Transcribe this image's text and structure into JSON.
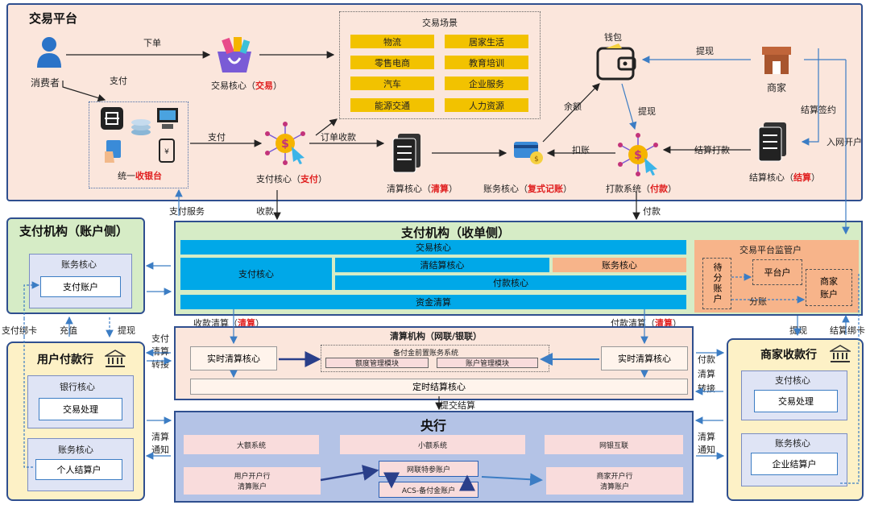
{
  "trade_platform": {
    "title": "交易平台",
    "consumer": "消费者",
    "order": "下单",
    "pay": "支付",
    "trade_core": "交易核心（",
    "trade_core_red": "交易",
    "close": "）",
    "scene_title": "交易场景",
    "scenes": [
      "物流",
      "居家生活",
      "零售电商",
      "教育培训",
      "汽车",
      "企业服务",
      "能源交通",
      "人力资源"
    ],
    "cashier": "统一",
    "cashier_red": "收银台",
    "pay2": "支付",
    "order_collect": "订单收款",
    "pay_core": "支付核心（",
    "pay_core_red": "支付",
    "clear_core": "清算核心（",
    "clear_core_red": "清算",
    "account_core": "账务核心（",
    "account_core_red": "复式记账",
    "wallet": "钱包",
    "balance": "余额",
    "withdraw": "提现",
    "withdraw2": "提现",
    "deduct": "扣账",
    "settle_pay": "结算打款",
    "payout_sys": "打款系统（",
    "payout_red": "付款",
    "merchant": "商家",
    "settle_sign": "结算签约",
    "settle_core": "结算核心（",
    "settle_red": "结算",
    "net_open": "入网开户"
  },
  "flows": {
    "pay_service": "支付服务",
    "collect": "收款",
    "payout": "付款",
    "bind_card": "支付绑卡",
    "recharge": "充值",
    "withdraw": "提现",
    "pay_clear_transfer": [
      "支付",
      "清算",
      "转接"
    ],
    "payout_clear_transfer": [
      "付款",
      "清算",
      "转接"
    ],
    "clear_notify_left": [
      "清算",
      "通知"
    ],
    "clear_notify_right": [
      "清算",
      "通知"
    ],
    "merchant_withdraw": "提现",
    "settle_bind_card": "结算绑卡",
    "submit_settle": "提交结算"
  },
  "pay_account_side": {
    "title": "支付机构（账户侧）",
    "account_core": "账务核心",
    "pay_account": "支付账户"
  },
  "pay_acquire_side": {
    "title": "支付机构（收单侧）",
    "trade_core": "交易核心",
    "pay_core": "支付核心",
    "clear_core": "清结算核心",
    "account_core": "账务核心",
    "payout_core": "付款核心",
    "fund_clear": "资金清算",
    "supervise_title": "交易平台监管户",
    "pending": "待分账户",
    "platform": "平台户",
    "merchant_acct": "商家账户",
    "split": "分账"
  },
  "clearing_org": {
    "collect_clear": "收款清算（",
    "collect_red": "清算",
    "payout_clear": "付款清算（",
    "payout_red": "清算",
    "title": "清算机构（网联/银联）",
    "realtime_left": "实时清算核心",
    "realtime_right": "实时清算核心",
    "reserve_sys": "备付金前置账务系统",
    "quota": "额度管理模块",
    "acct_mgmt": "账户管理模块",
    "scheduled": "定时结算核心"
  },
  "user_bank": {
    "title": "用户付款行",
    "bank_core": "银行核心",
    "txn": "交易处理",
    "account_core": "账务核心",
    "personal": "个人结算户"
  },
  "central_bank": {
    "title": "央行",
    "large": "大额系统",
    "small": "小额系统",
    "online": "网银互联",
    "user_bank_acct": "用户开户行\n清算账户",
    "netlink": "网联特参账户",
    "acs": "ACS-备付金账户",
    "merchant_bank_acct": "商家开户行\n清算账户"
  },
  "merchant_bank": {
    "title": "商家收款行",
    "pay_core": "支付核心",
    "txn": "交易处理",
    "account_core": "账务核心",
    "enterprise": "企业结算户"
  }
}
